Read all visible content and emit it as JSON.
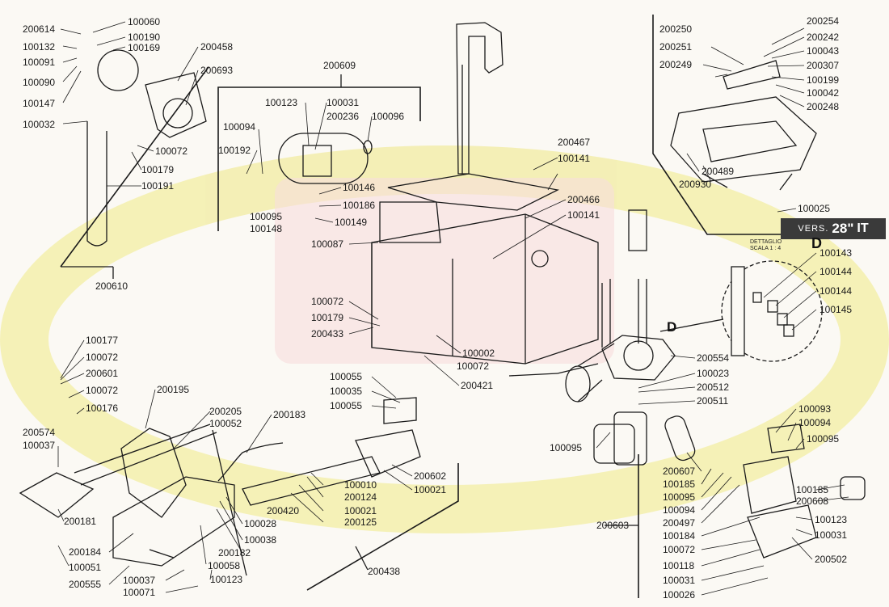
{
  "version_badge": {
    "prefix": "VERS.",
    "size": "28\"",
    "lang": "IT"
  },
  "detail": {
    "line1": "DETTAGLIO",
    "line2": "SCALA 1 : 4",
    "letter": "D",
    "callout_letter": "D"
  },
  "colors": {
    "background": "#fbf9f4",
    "watermark_red": "#f3c9c9",
    "watermark_yellow": "#f4efb0",
    "ink": "#1a1a1a"
  },
  "part_labels": [
    "200614",
    "100060",
    "100190",
    "100169",
    "100132",
    "100091",
    "100090",
    "100147",
    "100032",
    "200458",
    "200693",
    "100072",
    "100179",
    "100191",
    "200610",
    "200609",
    "100123",
    "100031",
    "200236",
    "100096",
    "100094",
    "100192",
    "100146",
    "100186",
    "100095",
    "100148",
    "100149",
    "100087",
    "200467",
    "100141",
    "200466",
    "100141",
    "200250",
    "200251",
    "200249",
    "200254",
    "200242",
    "100043",
    "200307",
    "100199",
    "100042",
    "200248",
    "200489",
    "200930",
    "100025",
    "100143",
    "100144",
    "100144",
    "100145",
    "100072",
    "100179",
    "200433",
    "100002",
    "100072",
    "200421",
    "200554",
    "100023",
    "200512",
    "200511",
    "100055",
    "100035",
    "100055",
    "100095",
    "100177",
    "100072",
    "200601",
    "100072",
    "100176",
    "200195",
    "200205",
    "100052",
    "200183",
    "200574",
    "100037",
    "200602",
    "100021",
    "100010",
    "200124",
    "200420",
    "100021",
    "100028",
    "200125",
    "100038",
    "200182",
    "100058",
    "200181",
    "200184",
    "100051",
    "200555",
    "100037",
    "100071",
    "100123",
    "200438",
    "100093",
    "100094",
    "100095",
    "200607",
    "100185",
    "100095",
    "100094",
    "200497",
    "100184",
    "100072",
    "100118",
    "100031",
    "100026",
    "200603",
    "100185",
    "200608",
    "100123",
    "100031",
    "200502"
  ]
}
